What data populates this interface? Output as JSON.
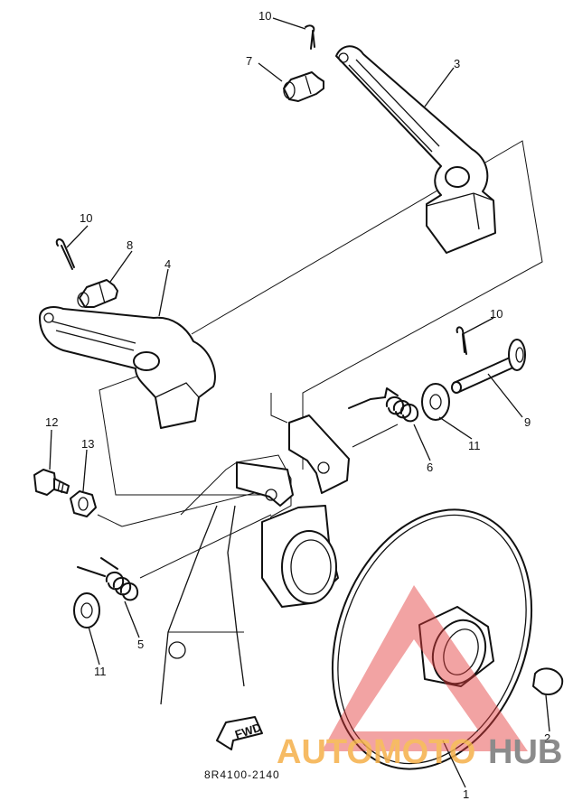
{
  "callouts": {
    "c1": "1",
    "c2": "2",
    "c3": "3",
    "c4": "4",
    "c5": "5",
    "c6": "6",
    "c7": "7",
    "c8": "8",
    "c9": "9",
    "c10a": "10",
    "c10b": "10",
    "c10c": "10",
    "c11a": "11",
    "c11b": "11",
    "c12": "12",
    "c13": "13"
  },
  "fwd_label": "FWD",
  "part_number": "8R4100-2140",
  "watermark": {
    "text_auto_moto": "AUTOMOTO",
    "text_hub": "HUB",
    "color_triangle": "#e23b3b",
    "color_auto": "#f5b04a",
    "color_hub": "#777777"
  }
}
